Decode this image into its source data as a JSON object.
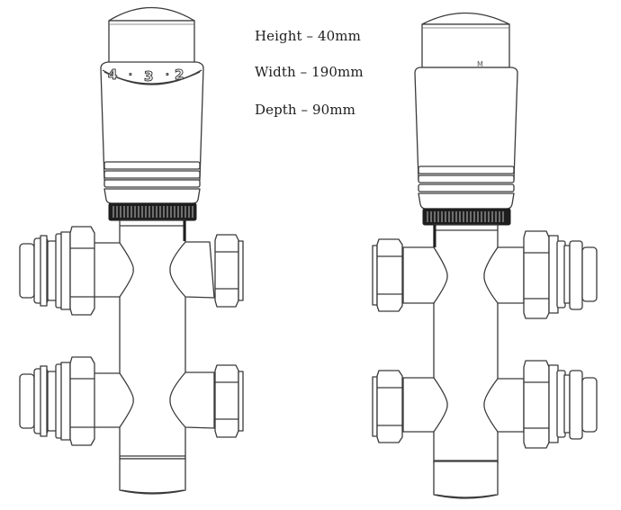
{
  "dimensions": {
    "height": "Height – 40mm",
    "width": "Width – 190mm",
    "depth": "Depth – 90mm"
  },
  "left_valve": {
    "view": "front",
    "dial_labels": [
      "4",
      "·",
      "3",
      "·",
      "2"
    ],
    "line_color": "#3a3a3a",
    "knurl_color": "#1e1e1e"
  },
  "right_valve": {
    "view": "side",
    "marker": "M",
    "line_color": "#3a3a3a"
  },
  "background": "#ffffff"
}
